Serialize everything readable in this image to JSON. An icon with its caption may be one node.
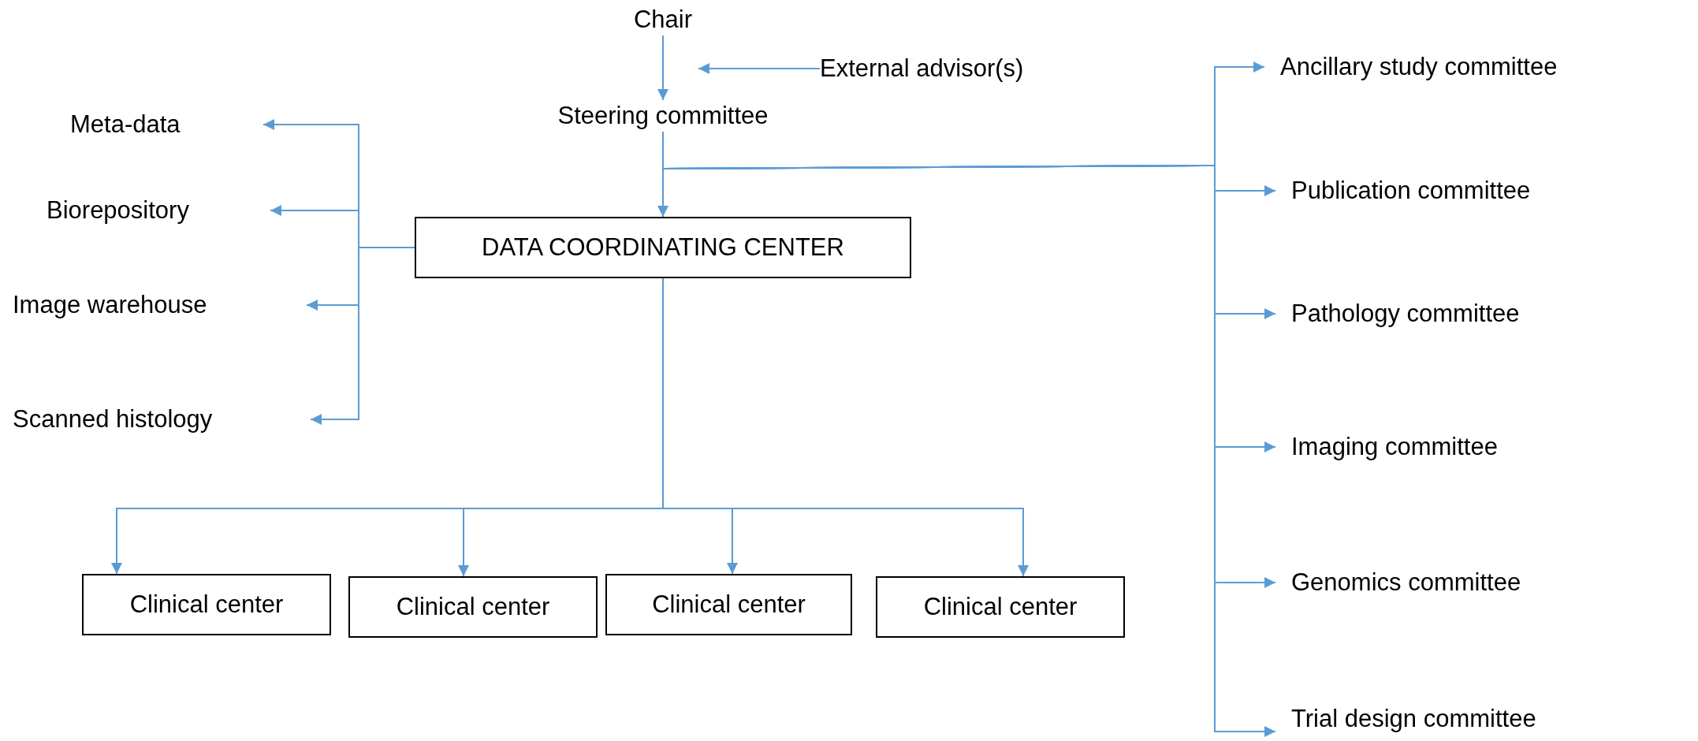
{
  "diagram": {
    "nodes": [
      {
        "text": [
          "Chair"
        ]
      },
      {
        "text": [
          "External advisor(s)"
        ]
      },
      {
        "text": [
          "Steering committee"
        ]
      },
      {
        "text": [
          "DATA COORDINATING CENTER"
        ]
      },
      {
        "text": [
          "Meta-data"
        ]
      },
      {
        "text": [
          "Biorepository"
        ]
      },
      {
        "text": [
          "Image warehouse"
        ]
      },
      {
        "text": [
          "Scanned histology"
        ]
      },
      {
        "text": [
          "Clinical center"
        ]
      },
      {
        "text": [
          "Clinical center"
        ]
      },
      {
        "text": [
          "Clinical center"
        ]
      },
      {
        "text": [
          "Clinical center"
        ]
      },
      {
        "text": [
          "Ancillary study committee"
        ]
      },
      {
        "text": [
          "Publication committee"
        ]
      },
      {
        "text": [
          "Pathology committee"
        ]
      },
      {
        "text": [
          "Imaging committee"
        ]
      },
      {
        "text": [
          "Genomics committee"
        ]
      },
      {
        "text": [
          "Trial design committee"
        ]
      }
    ],
    "edges": [
      {
        "from": 0,
        "to": 2,
        "arrow": "to"
      },
      {
        "from": 1,
        "to": 0,
        "arrow": "to"
      },
      {
        "from": 2,
        "to": 3,
        "arrow": "to"
      },
      {
        "from": 2,
        "to": 12,
        "arrow": "to"
      },
      {
        "from": 2,
        "to": 13,
        "arrow": "to"
      },
      {
        "from": 2,
        "to": 14,
        "arrow": "to"
      },
      {
        "from": 2,
        "to": 15,
        "arrow": "to"
      },
      {
        "from": 2,
        "to": 16,
        "arrow": "to"
      },
      {
        "from": 2,
        "to": 17,
        "arrow": "to"
      },
      {
        "from": 3,
        "to": 4,
        "arrow": "to"
      },
      {
        "from": 3,
        "to": 5,
        "arrow": "to"
      },
      {
        "from": 3,
        "to": 6,
        "arrow": "to"
      },
      {
        "from": 3,
        "to": 7,
        "arrow": "to"
      },
      {
        "from": 3,
        "to": 8,
        "arrow": "to"
      },
      {
        "from": 3,
        "to": 9,
        "arrow": "to"
      },
      {
        "from": 3,
        "to": 10,
        "arrow": "to"
      },
      {
        "from": 3,
        "to": 11,
        "arrow": "to"
      }
    ]
  }
}
